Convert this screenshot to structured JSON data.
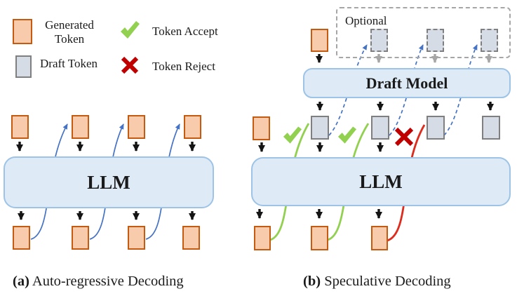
{
  "legend": {
    "generated_token_label": "Generated\nToken",
    "draft_token_label": "Draft Token",
    "token_accept_label": "Token Accept",
    "token_reject_label": "Token Reject"
  },
  "diagram_a": {
    "model_label": "LLM",
    "caption_prefix": "(a)",
    "caption_text": " Auto-regressive Decoding"
  },
  "diagram_b": {
    "optional_label": "Optional",
    "draft_model_label": "Draft Model",
    "model_label": "LLM",
    "caption_prefix": "(b)",
    "caption_text": " Speculative Decoding"
  },
  "colors": {
    "generated_token_fill": "#F8CBAD",
    "generated_token_border": "#C55A11",
    "draft_token_fill": "#D6DCE5",
    "draft_token_border": "#7F7F7F",
    "model_box_fill": "#DEEBF7",
    "model_box_border": "#9DC3E6",
    "flow_blue": "#4472C4",
    "accept_green": "#92D050",
    "reject_red": "#C00000",
    "reject_curve_red": "#DD2C1E",
    "arrow_black": "#141414",
    "arrow_gray": "#A6A6A6"
  }
}
